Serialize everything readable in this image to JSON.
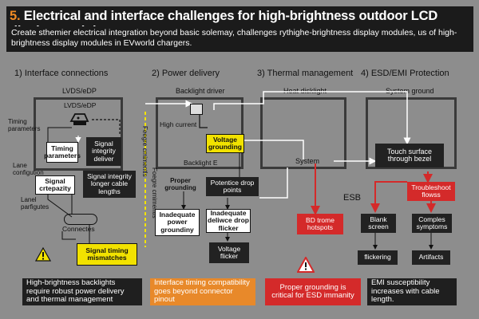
{
  "title": {
    "number": "5.",
    "text": "Electrical and interface challenges for high-brightness outdoor LCD display modules"
  },
  "subtitle": "Create sthemier electrical integration beyond basic solemay, challenges rythighe-brightness display modules, us of high-brightness display modules in EVworld chargers.",
  "sections": {
    "interface": {
      "heading": "1) Interface connections",
      "box_label": "LVDS/eDP",
      "connector_label": "LVDS/eDP",
      "timing_parameters": "Timing parameters",
      "timing_box": "Timing parameters",
      "signal_integrity_box": "Signal integrity deliver",
      "lane_configuration": "Lane configution",
      "signal_box": "Signal crtepazity",
      "signal_integrity_longer": "Signal integrity longer cable lengths",
      "lane_partitions": "Lanel parfigutes",
      "connectors": "Connectes",
      "signal_timing": "Signal timing mismatches",
      "vertical_text": "Feegre cmimentls"
    },
    "power": {
      "heading": "2) Power delivery",
      "backlight_driver": "Backlight driver",
      "high_current": "High current",
      "voltage_grounding": "Voltage grounding",
      "backlight_label": "Backlight E",
      "proper_grounding": "Proper grounding",
      "potential_drop": "Potentice drop points",
      "inadequate_power": "Inadequate power groundiny",
      "inadequate_drop": "Inadequate deliwce drop flicker",
      "voltage_flicker": "Voltage flicker",
      "vertical_text": "Foegre cmimentls"
    },
    "thermal": {
      "heading": "3) Thermal management",
      "heat_label": "Heat disklight",
      "system": "System",
      "esb": "ESB",
      "hotspots": "BD trome hotspots"
    },
    "esd": {
      "heading": "4) ESD/EMI Protection",
      "system_ground": "System ground",
      "touch_surface": "Touch surface through bezel",
      "troubleshoot": "Troubleshoot flowss",
      "blank_screen": "Blank screen",
      "complex_symptoms": "Comples symptoms",
      "flickering": "flickering",
      "artifacts": "Artifacts"
    }
  },
  "notes": [
    {
      "text": "High-brightness backlights require robust power delivery and thermal management",
      "bg": "#1f1f1f",
      "fg": "#ffffff"
    },
    {
      "text": "Interface timing compatibility goes beyond connector pinout",
      "bg": "#e8892a",
      "fg": "#ffffff"
    },
    {
      "text": "Proper grounding is critical for ESD immanity",
      "bg": "#d42a2a",
      "fg": "#ffffff"
    },
    {
      "text": "EMI susceptibility increases with cable length.",
      "bg": "#1f1f1f",
      "fg": "#ffffff"
    }
  ],
  "icons": [
    "connector-icon",
    "warning-icon",
    "warning-icon",
    "warning-icon",
    "device-icon"
  ],
  "colors": {
    "background": "#8d8d8d",
    "yellow": "#f2e200",
    "red": "#d42a2a",
    "orange": "#e8892a",
    "dark": "#1f1f1f"
  }
}
